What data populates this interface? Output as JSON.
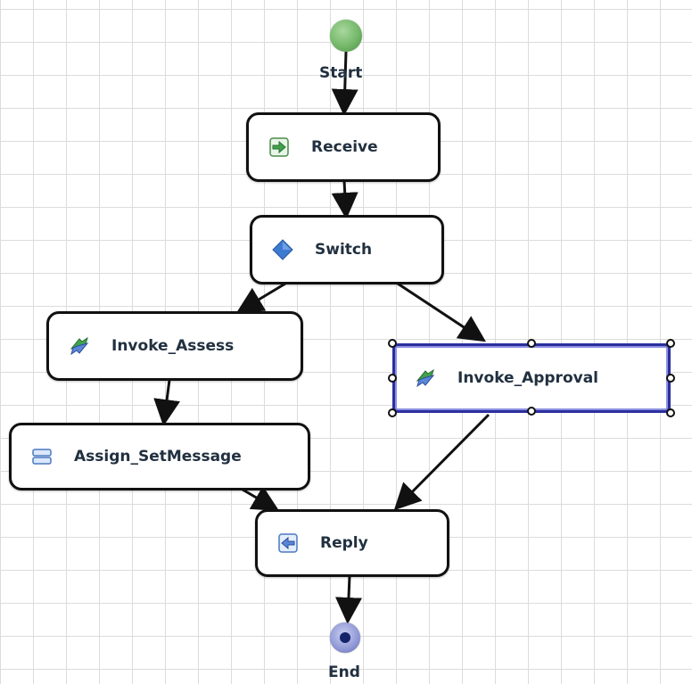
{
  "diagram": {
    "start": {
      "label": "Start"
    },
    "end": {
      "label": "End"
    },
    "nodes": [
      {
        "id": "receive",
        "label": "Receive",
        "icon": "receive-icon"
      },
      {
        "id": "switch",
        "label": "Switch",
        "icon": "switch-diamond-icon"
      },
      {
        "id": "invoke_assess",
        "label": "Invoke_Assess",
        "icon": "invoke-icon"
      },
      {
        "id": "invoke_approval",
        "label": "Invoke_Approval",
        "icon": "invoke-icon",
        "selected": true
      },
      {
        "id": "assign_setmessage",
        "label": "Assign_SetMessage",
        "icon": "assign-icon"
      },
      {
        "id": "reply",
        "label": "Reply",
        "icon": "reply-icon"
      }
    ],
    "edges": [
      {
        "from": "start",
        "to": "receive"
      },
      {
        "from": "receive",
        "to": "switch"
      },
      {
        "from": "switch",
        "to": "invoke_assess"
      },
      {
        "from": "switch",
        "to": "invoke_approval"
      },
      {
        "from": "invoke_assess",
        "to": "assign_setmessage"
      },
      {
        "from": "assign_setmessage",
        "to": "reply"
      },
      {
        "from": "invoke_approval",
        "to": "reply"
      },
      {
        "from": "reply",
        "to": "end"
      }
    ],
    "colors": {
      "selection": "#2b2f9e",
      "start_fill": "#74b86a",
      "end_fill": "#8f98d6",
      "label_text": "#213040"
    }
  }
}
